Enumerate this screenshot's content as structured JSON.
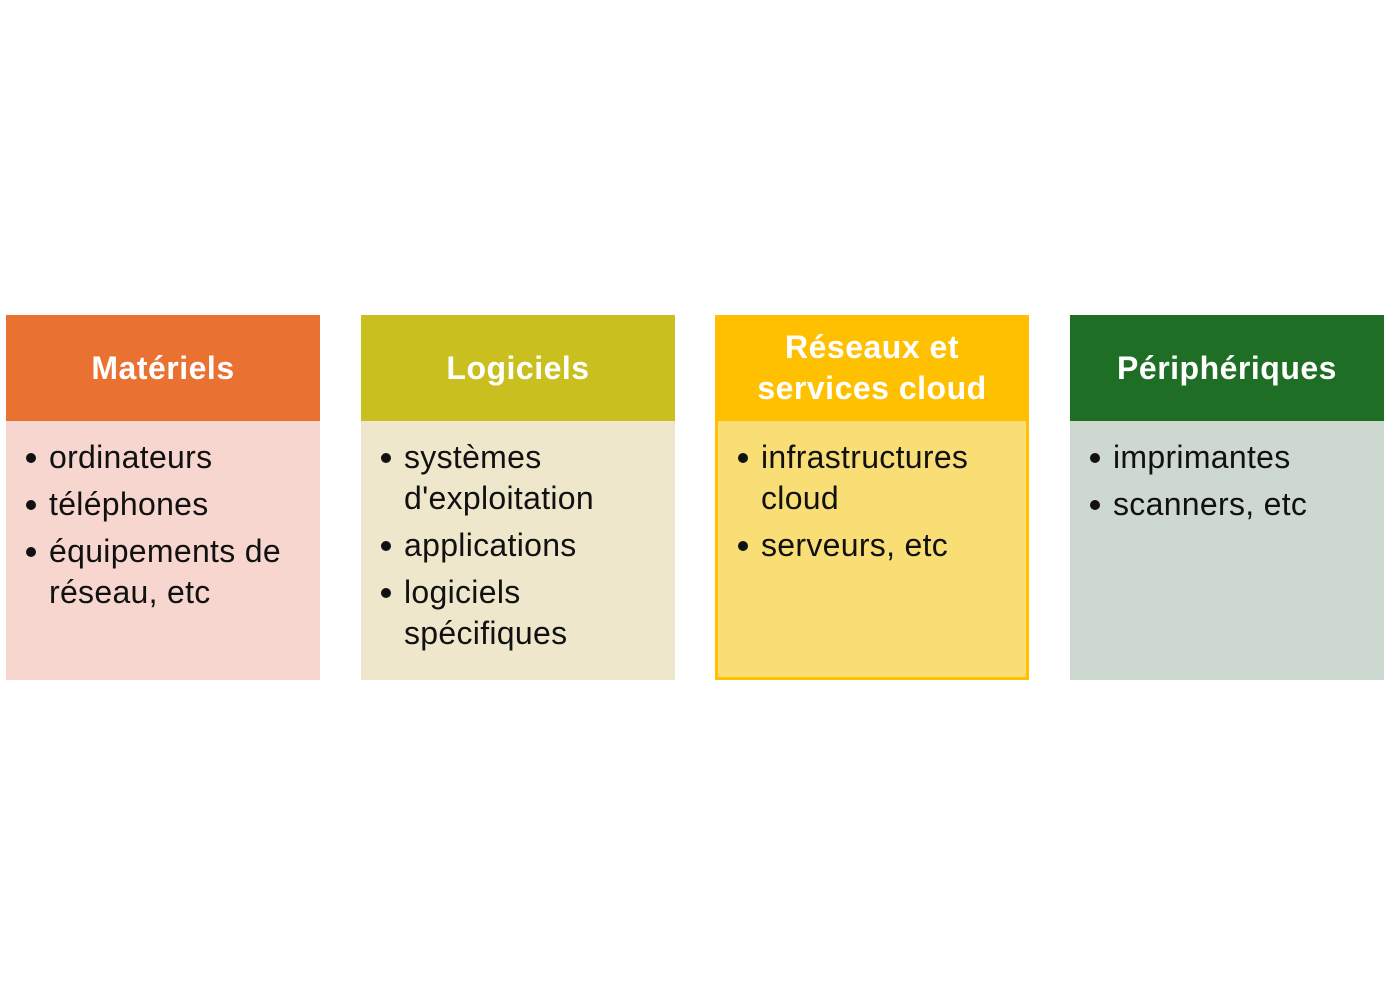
{
  "cards": [
    {
      "title": "Matériels",
      "header_color": "#e97132",
      "body_color": "#f8d6d0",
      "items": [
        "ordinateurs",
        "téléphones",
        "équipements de réseau, etc"
      ]
    },
    {
      "title": "Logiciels",
      "header_color": "#c9c01f",
      "body_color": "#efe7cb",
      "items": [
        "systèmes d'exploitation",
        "applications",
        "logiciels spécifiques"
      ]
    },
    {
      "title": "Réseaux et services cloud",
      "header_color": "#ffc000",
      "body_color": "#f9dd75",
      "items": [
        "infrastructures cloud",
        "serveurs, etc"
      ]
    },
    {
      "title": "Périphériques",
      "header_color": "#1e6e26",
      "body_color": "#cdd8d0",
      "items": [
        "imprimantes",
        "scanners, etc"
      ]
    }
  ]
}
